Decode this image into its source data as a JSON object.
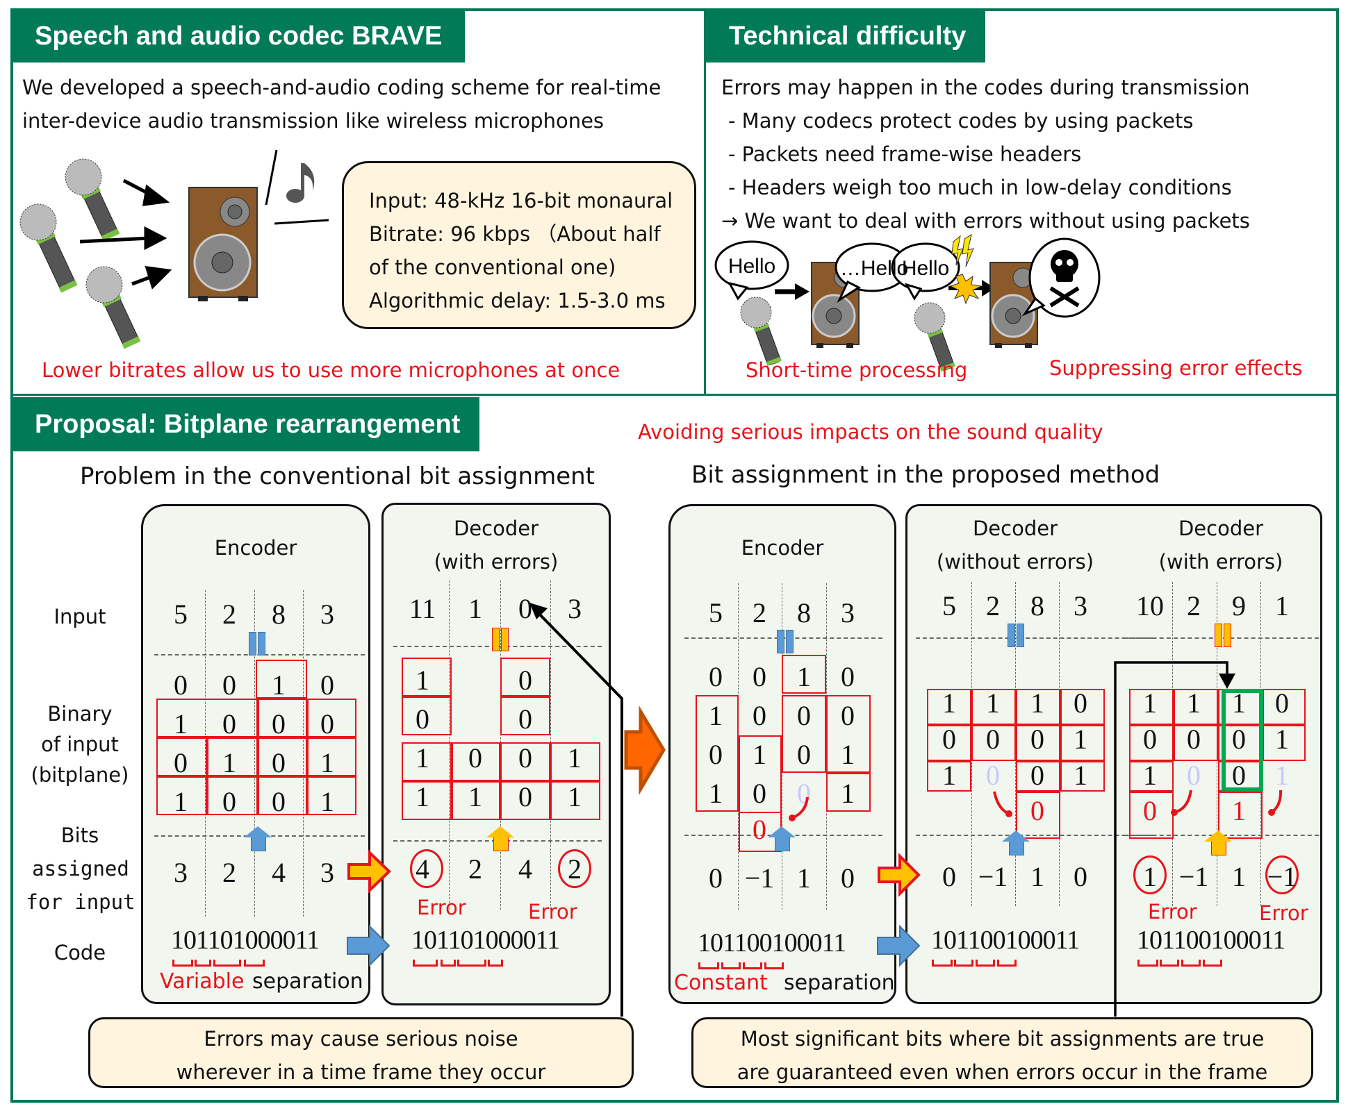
{
  "panels": {
    "brave": {
      "title": "Speech and audio codec BRAVE",
      "lines": [
        "We developed a speech-and-audio coding scheme for real-time",
        "inter-device audio transmission like wireless microphones"
      ],
      "specs": [
        "Input: 48-kHz 16-bit monaural",
        "Bitrate: 96 kbps （About half",
        "of the conventional one)",
        "Algorithmic delay: 1.5-3.0 ms"
      ],
      "caption": "Lower bitrates allow us to use more microphones at once",
      "icons": [
        "microphone-icon",
        "microphone-icon",
        "microphone-icon",
        "speaker-icon",
        "music-note-icon"
      ]
    },
    "difficulty": {
      "title": "Technical difficulty",
      "lines": [
        "Errors may happen in the codes during transmission",
        "- Many codecs protect codes by using packets",
        "- Packets need frame-wise headers",
        "- Headers weigh too much in low-delay conditions",
        "→ We want to deal with errors without using packets"
      ],
      "bubbles": [
        "Hello",
        "…Hello",
        "Hello"
      ],
      "captions": [
        "Short-time processing",
        "Suppressing error effects"
      ],
      "icons": [
        "microphone-icon",
        "speaker-icon",
        "lightning-icon",
        "explosion-icon",
        "skull-icon"
      ]
    },
    "proposal": {
      "title": "Proposal: Bitplane rearrangement",
      "goal": "Avoiding serious impacts on the sound quality",
      "row_labels": {
        "input": "Input",
        "binary": [
          "Binary",
          "of input",
          "(bitplane)"
        ],
        "bits": [
          "Bits",
          "assigned",
          "for input"
        ],
        "code": "Code"
      },
      "conventional": {
        "title": "Problem in the conventional bit assignment",
        "encoder": {
          "title": "Encoder",
          "input": [
            "5",
            "2",
            "8",
            "3"
          ],
          "bitplane": [
            [
              "0",
              "0",
              "1",
              "0"
            ],
            [
              "1",
              "0",
              "0",
              "0"
            ],
            [
              "0",
              "1",
              "0",
              "1"
            ],
            [
              "1",
              "0",
              "0",
              "1"
            ]
          ],
          "bits": [
            "3",
            "2",
            "4",
            "3"
          ],
          "code": "101101000011",
          "separation_highlight": "Variable",
          "separation_rest": " separation"
        },
        "decoder": {
          "title": [
            "Decoder",
            "(with errors)"
          ],
          "input": [
            "11",
            "1",
            "0",
            "3"
          ],
          "bitplane": [
            [
              "1",
              "",
              "0",
              ""
            ],
            [
              "0",
              "",
              "0",
              ""
            ],
            [
              "1",
              "0",
              "0",
              "1"
            ],
            [
              "1",
              "1",
              "0",
              "1"
            ]
          ],
          "bits": [
            "4",
            "2",
            "4",
            "2"
          ],
          "error_labels": [
            "Error",
            "Error"
          ],
          "code": "101101000011"
        },
        "caption": [
          "Errors may cause serious noise",
          "wherever in a time frame they occur"
        ]
      },
      "proposed": {
        "title": "Bit assignment in the proposed method",
        "encoder": {
          "title": "Encoder",
          "input": [
            "5",
            "2",
            "8",
            "3"
          ],
          "bitplane": [
            [
              "0",
              "0",
              "1",
              "0"
            ],
            [
              "1",
              "0",
              "0",
              "0"
            ],
            [
              "0",
              "1",
              "0",
              "1"
            ],
            [
              "1",
              "0",
              "0",
              "1"
            ]
          ],
          "moved_bit": "0",
          "bits": [
            "0",
            "−1",
            "1",
            "0"
          ],
          "code": "101100100011",
          "separation_highlight": "Constant",
          "separation_rest": " separation"
        },
        "decoder_ok": {
          "title": [
            "Decoder",
            "(without errors)"
          ],
          "input": [
            "5",
            "2",
            "8",
            "3"
          ],
          "bitplane": [
            [
              "1",
              "1",
              "1",
              "0"
            ],
            [
              "0",
              "0",
              "0",
              "1"
            ],
            [
              "1",
              "0",
              "0",
              "1"
            ]
          ],
          "moved_bit": "0",
          "bits": [
            "0",
            "−1",
            "1",
            "0"
          ],
          "code": "101100100011"
        },
        "decoder_err": {
          "title": [
            "Decoder",
            "(with errors)"
          ],
          "input": [
            "10",
            "2",
            "9",
            "1"
          ],
          "bitplane": [
            [
              "1",
              "1",
              "1",
              "0"
            ],
            [
              "0",
              "0",
              "0",
              "1"
            ],
            [
              "1",
              "0",
              "0",
              "1"
            ]
          ],
          "moved_bits": [
            "0",
            "1"
          ],
          "bits": [
            "1",
            "−1",
            "1",
            "−1"
          ],
          "error_labels": [
            "Error",
            "Error"
          ],
          "code": "101100100011"
        },
        "caption": [
          "Most significant bits where bit assignments are true",
          "are guaranteed even when errors occur in the frame"
        ]
      }
    }
  },
  "colors": {
    "header_green": "#007A57",
    "error_red": "#E8141B",
    "panel_bg": "#F1F6EF",
    "note_bg": "#FFF5DF",
    "guaranteed_green": "#00A84F",
    "arrow_blue": "#5B9BD5",
    "arrow_yellow": "#FFC000",
    "arrow_orange": "#FF6600"
  }
}
